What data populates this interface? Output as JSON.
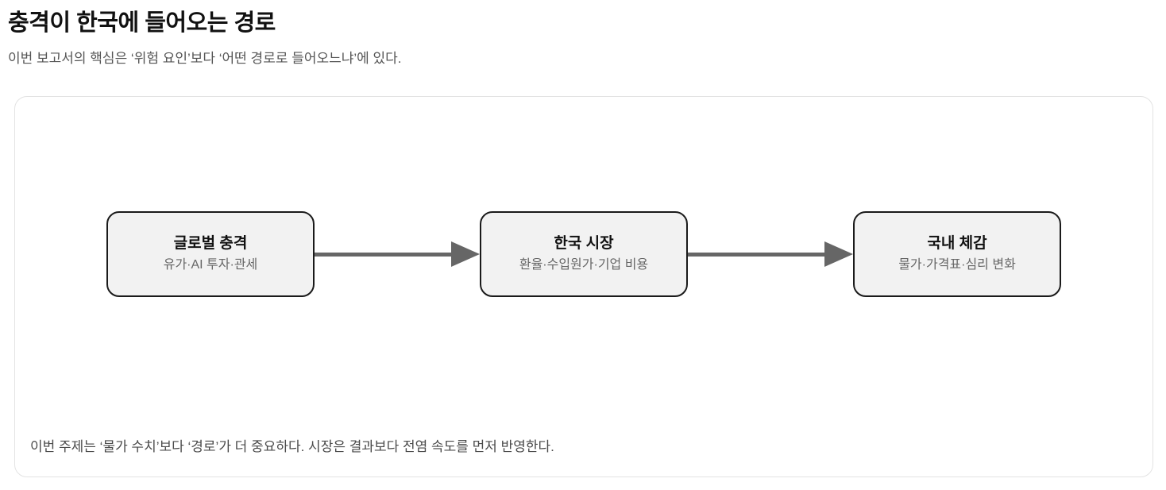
{
  "header": {
    "title": "충격이 한국에 들어오는 경로",
    "subtitle": "이번 보고서의 핵심은 ‘위험 요인’보다 ‘어떤 경로로 들어오느냐’에 있다."
  },
  "flow": {
    "nodes": [
      {
        "title": "글로벌 충격",
        "subtitle": "유가·AI 투자·관세"
      },
      {
        "title": "한국 시장",
        "subtitle": "환율·수입원가·기업 비용"
      },
      {
        "title": "국내 체감",
        "subtitle": "물가·가격표·심리 변화"
      }
    ],
    "note": "이번 주제는 ‘물가 수치’보다 ‘경로’가 더 중요하다. 시장은 결과보다 전염 속도를 먼저 반영한다."
  },
  "colors": {
    "arrow": "#666666",
    "node_fill": "#f2f2f2",
    "node_border": "#1a1a1a",
    "panel_border": "#e3e3e3",
    "title_text": "#111111",
    "muted_text": "#555555",
    "node_sub_text": "#676767",
    "note_text": "#4a4a4a"
  }
}
